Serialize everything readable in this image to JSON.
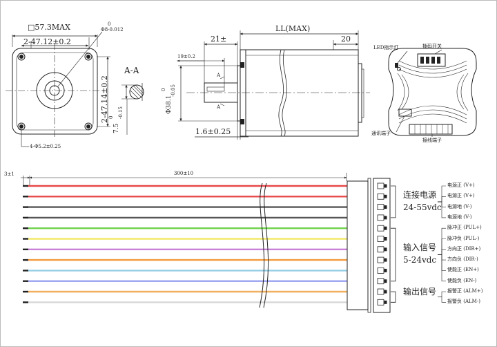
{
  "front_view": {
    "flange_label": "□57.3MAX",
    "shaft_tol": "Φ8-0.012",
    "shaft_tol_sup": "0",
    "hole_spacing_h": "2-47.12±0.2",
    "hole_spacing_v": "2-47.14±0.2",
    "mount_holes": "4-Φ5.2±0.25"
  },
  "section_view": {
    "title": "A-A",
    "flat_dim": "7.5",
    "flat_tol_upper": "0",
    "flat_tol_lower": "-0.15"
  },
  "side_view": {
    "length_label": "LL(MAX)",
    "shaft_len": "21±",
    "end_len": "20",
    "key_len": "19±0.2",
    "boss_dia": "Φ38.1",
    "boss_tol_upper": "0",
    "boss_tol_lower": "-0.05",
    "flange_thk": "1.6±0.25",
    "shaft_marker": "A"
  },
  "rear_view": {
    "led_label": "LED指示灯",
    "dip_label": "拨码开关",
    "comm_label": "通讯端子",
    "wiring_label": "接线端子"
  },
  "cable": {
    "strip_len": "3±1",
    "cable_len": "300±10",
    "wire_colors": [
      "#e8484a",
      "#e8484a",
      "#555555",
      "#555555",
      "#6fd24a",
      "#f2e86a",
      "#c87fd8",
      "#f39a3c",
      "#93cde6",
      "#9aa0f0",
      "#f0b060",
      "#d8d8d8"
    ]
  },
  "groups": [
    {
      "title": "连接电源",
      "sub": "24-55vdc"
    },
    {
      "title": "输入信号",
      "sub": "5-24vdc"
    },
    {
      "title": "输出信号",
      "sub": ""
    }
  ],
  "pins": [
    "电源正 (V+)",
    "电源正 (V+)",
    "电源地 (V-)",
    "电源地 (V-)",
    "脉冲正 (PUL+)",
    "脉冲负 (PUL-)",
    "方向正 (DIR+)",
    "方向负 (DIR-)",
    "使能正 (EN+)",
    "使能负 (EN-)",
    "报警正 (ALM+)",
    "报警负 (ALM-)"
  ]
}
